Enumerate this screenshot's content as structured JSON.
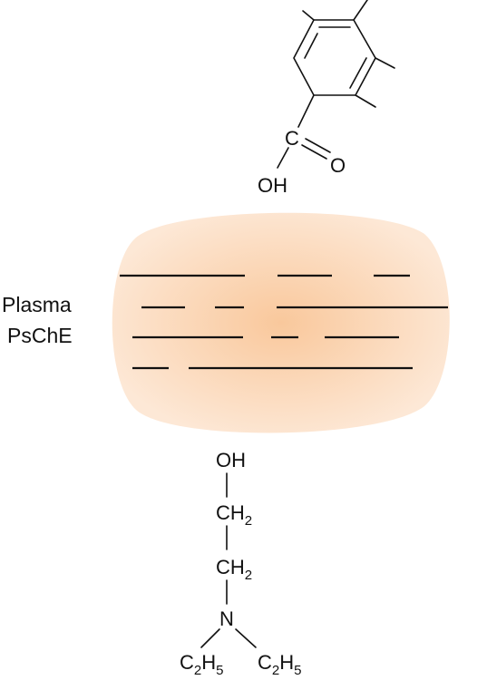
{
  "colors": {
    "enzyme_center": "#f9c89c",
    "enzyme_edge": "#fde8d6",
    "ink": "#111111",
    "background": "#ffffff"
  },
  "enzyme_label": {
    "line1": "Plasma",
    "line2": "PsChE"
  },
  "acid": {
    "carbon": "C",
    "carbonyl_oxygen": "O",
    "hydroxyl": "OH"
  },
  "alcohol": {
    "hydroxyl": "OH",
    "ch2_top": {
      "base": "CH",
      "sub": "2"
    },
    "ch2_bottom": {
      "base": "CH",
      "sub": "2"
    },
    "nitrogen": "N",
    "ethyl_left": {
      "c": "C",
      "c_sub": "2",
      "h": "H",
      "h_sub": "5"
    },
    "ethyl_right": {
      "c": "C",
      "c_sub": "2",
      "h": "H",
      "h_sub": "5"
    }
  }
}
